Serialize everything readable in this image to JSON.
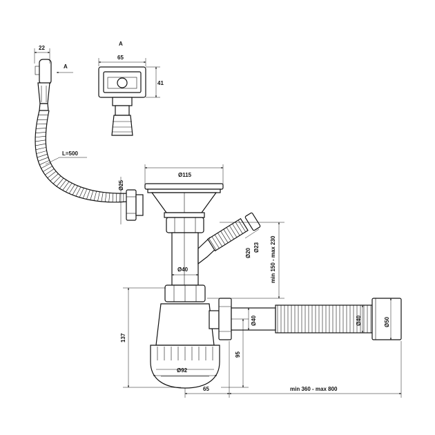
{
  "labels": {
    "view_a_title": "A",
    "view_a_arrow": "A",
    "overflow_width": "22",
    "view_a_width": "65",
    "view_a_height": "41",
    "hose_length": "L=500",
    "overflow_diameter": "Ø25",
    "strainer_diameter": "Ø115",
    "body_diameter": "Ø40",
    "side_inlet_inner": "Ø20",
    "side_inlet_outer": "Ø23",
    "adjust_height": "min 150 - max 230",
    "trap_height": "137",
    "outlet_inner": "Ø40",
    "outlet_hose": "Ø40",
    "outlet_end": "Ø50",
    "trap_diameter": "Ø92",
    "outlet_height": "95",
    "trap_offset": "65",
    "outlet_length": "min 360 - max 800"
  }
}
